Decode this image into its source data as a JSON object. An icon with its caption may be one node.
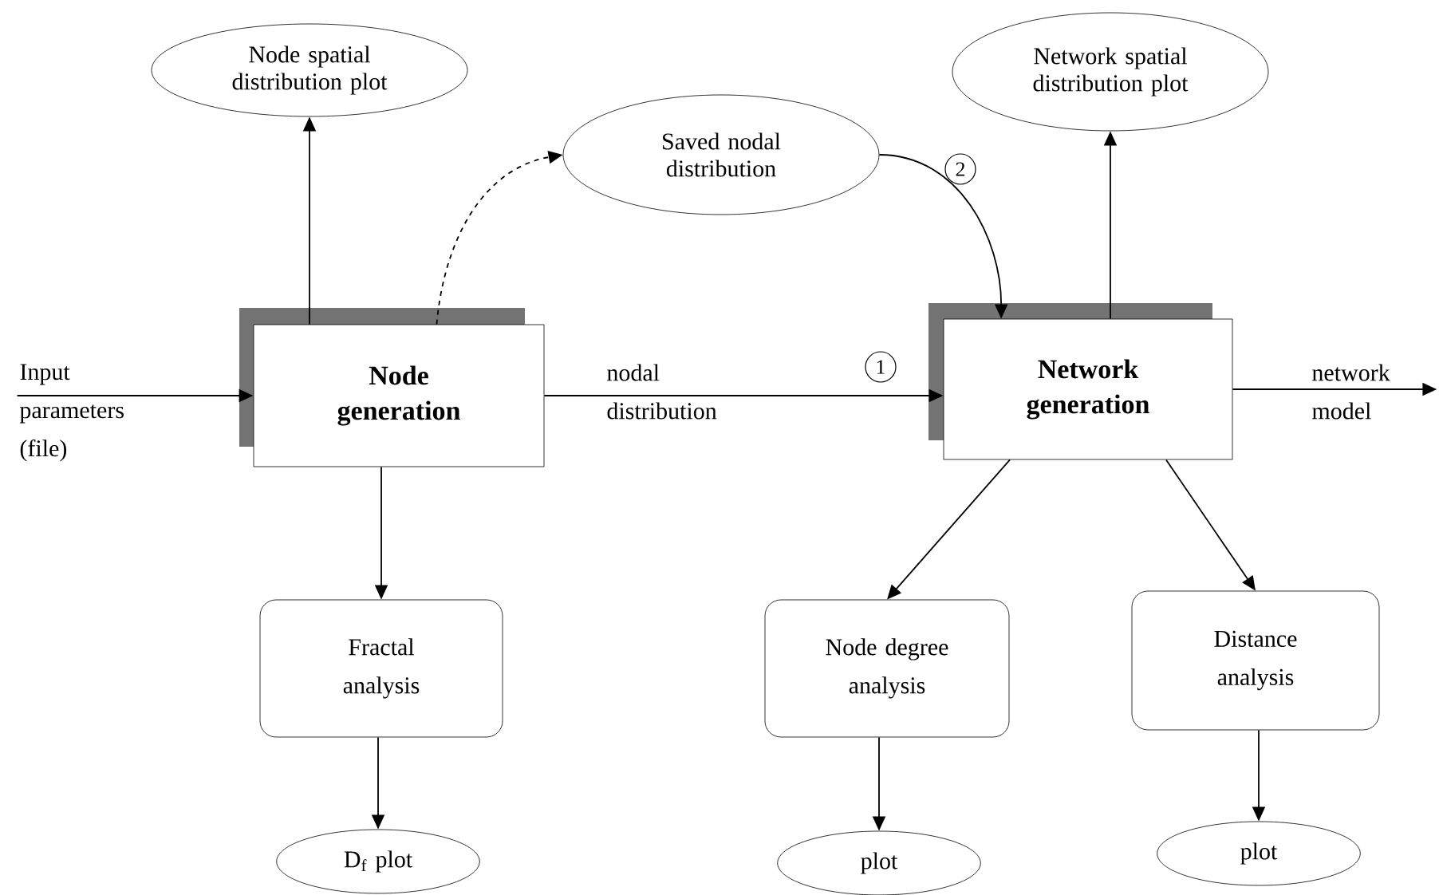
{
  "diagram": {
    "nodes": [
      {
        "text": [
          "Node spatial distribution plot"
        ]
      },
      {
        "text": [
          "Saved nodal distribution"
        ]
      },
      {
        "text": [
          "Network spatial distribution plot"
        ]
      },
      {
        "text": [
          "Node generation"
        ]
      },
      {
        "text": [
          "Network generation"
        ]
      },
      {
        "text": [
          "Fractal analysis"
        ]
      },
      {
        "text": [
          "Node degree analysis"
        ]
      },
      {
        "text": [
          "Distance analysis"
        ]
      },
      {
        "text": [
          "D$_{f}$ plot"
        ]
      },
      {
        "text": [
          "plot"
        ]
      },
      {
        "text": [
          "plot"
        ]
      }
    ],
    "edges": [
      {
        "from": null,
        "to": 3,
        "arrow": "to",
        "label": "Input parameters (file)"
      },
      {
        "from": 3,
        "to": 0,
        "arrow": "to"
      },
      {
        "from": 3,
        "to": 1,
        "arrow": "to",
        "style": "dashed"
      },
      {
        "from": 3,
        "to": 4,
        "arrow": "to",
        "label": "nodal distribution"
      },
      {
        "from": 1,
        "to": 4,
        "arrow": "to"
      },
      {
        "from": 4,
        "to": 2,
        "arrow": "to"
      },
      {
        "from": 4,
        "to": null,
        "arrow": "to",
        "label": "network model"
      },
      {
        "from": 3,
        "to": 5,
        "arrow": "to"
      },
      {
        "from": 4,
        "to": 6,
        "arrow": "to"
      },
      {
        "from": 4,
        "to": 7,
        "arrow": "to"
      },
      {
        "from": 5,
        "to": 8,
        "arrow": "to"
      },
      {
        "from": 6,
        "to": 9,
        "arrow": "to"
      },
      {
        "from": 7,
        "to": 10,
        "arrow": "to"
      }
    ],
    "labels": [
      "2",
      "1"
    ]
  }
}
